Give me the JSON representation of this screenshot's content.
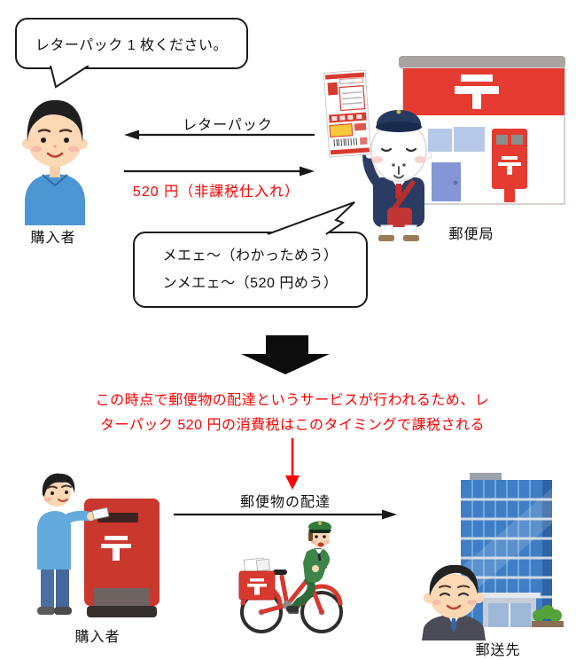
{
  "top": {
    "buyer_bubble_text": "レターパック 1 枚ください。",
    "buyer_label": "購入者",
    "letterpack_arrow_label": "レターパック",
    "payment_arrow_label": "520 円（非課税仕入れ）",
    "post_office_label": "郵便局",
    "sheep_bubble_line1": "メエェ～（わかっためう）",
    "sheep_bubble_line2": "ンメエェ～（520 円めう）"
  },
  "note": {
    "line1": "この時点で郵便物の配達というサービスが行われるため、レ",
    "line2": "ターパック 520 円の消費税はこのタイミングで課税される"
  },
  "bottom": {
    "sender_label": "購入者",
    "delivery_arrow_label": "郵便物の配達",
    "destination_label": "郵送先"
  },
  "colors": {
    "accent_red": "#ff0000",
    "postal_red": "#e53b30",
    "ink": "#1a1a1a",
    "shirt_blue": "#4d96d4",
    "uniform_navy": "#2a3c63",
    "uniform_green": "#3c8448",
    "building_blue": "#3f7ec4"
  }
}
